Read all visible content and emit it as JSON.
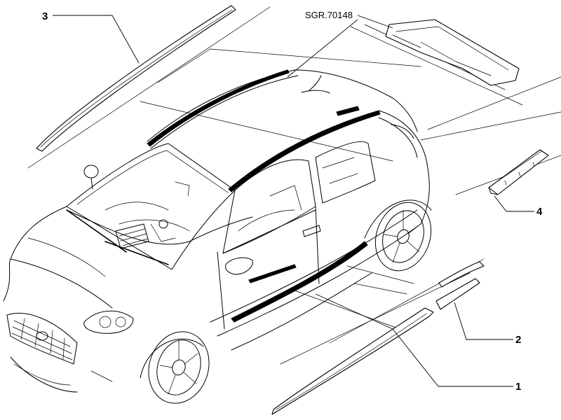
{
  "diagram": {
    "reference_code": "SGR.70148",
    "callouts": {
      "part_1": "1",
      "part_2": "2",
      "part_3": "3",
      "part_4": "4"
    }
  }
}
